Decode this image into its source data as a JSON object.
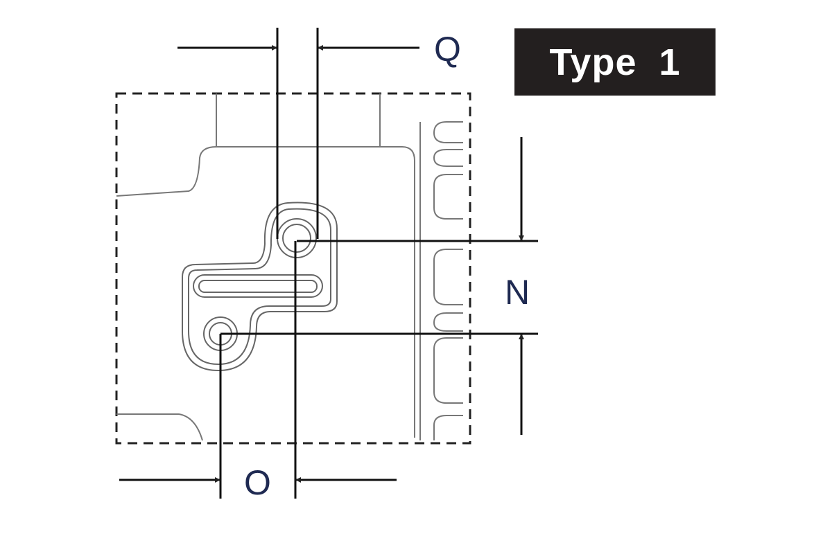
{
  "badge": {
    "text": "Type  1"
  },
  "dimensions": {
    "q_label": "Q",
    "n_label": "N",
    "o_label": "O"
  },
  "colors": {
    "line": "#333333",
    "badge_bg": "#231f1f",
    "badge_text": "#ffffff",
    "label": "#1f2a52"
  }
}
